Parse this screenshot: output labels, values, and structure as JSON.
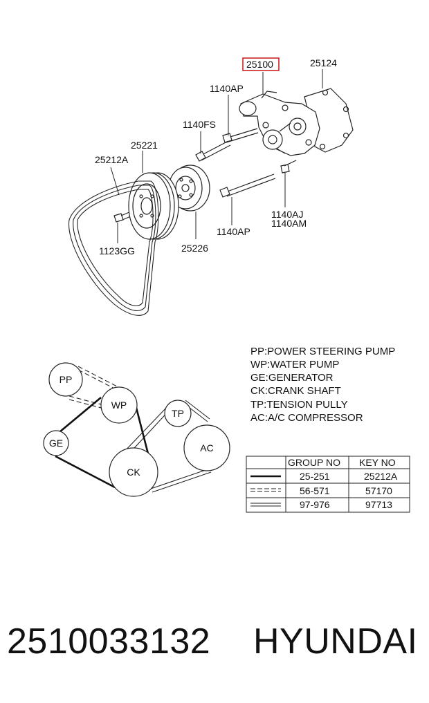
{
  "parts": {
    "p25100": "25100",
    "p25124": "25124",
    "p1140AP_top": "1140AP",
    "p1140FS": "1140FS",
    "p25221": "25221",
    "p25212A": "25212A",
    "p1123GG": "1123GG",
    "p25226": "25226",
    "p1140AJ": "1140AJ",
    "p1140AM": "1140AM",
    "p1140AP_bottom": "1140AP"
  },
  "highlight_color": "#cc2222",
  "legend": [
    "PP:POWER STEERING PUMP",
    "WP:WATER PUMP",
    "GE:GENERATOR",
    "CK:CRANK SHAFT",
    "TP:TENSION PULLY",
    "AC:A/C COMPRESSOR"
  ],
  "belt_nodes": {
    "pp": "PP",
    "wp": "WP",
    "ge": "GE",
    "ck": "CK",
    "tp": "TP",
    "ac": "AC"
  },
  "table": {
    "headers": [
      "",
      "GROUP NO",
      "KEY NO"
    ],
    "rows": [
      {
        "line_style": "solid-thick",
        "group_no": "25-251",
        "key_no": "25212A"
      },
      {
        "line_style": "dashed-double",
        "group_no": "56-571",
        "key_no": "57170"
      },
      {
        "line_style": "double",
        "group_no": "97-976",
        "key_no": "97713"
      }
    ]
  },
  "footer": {
    "part_number": "2510033132",
    "brand": "HYUNDAI"
  }
}
